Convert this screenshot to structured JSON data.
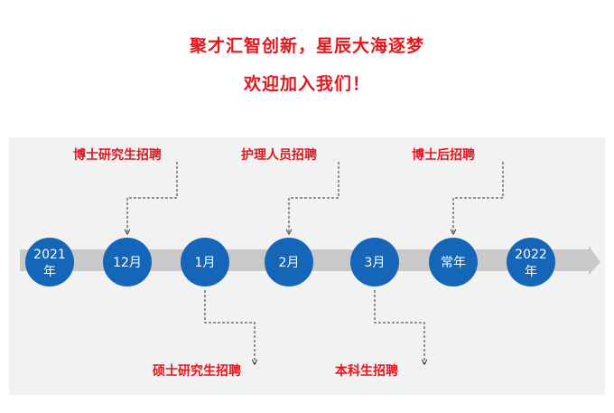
{
  "headline": {
    "line1": "聚才汇智创新，星辰大海逐梦",
    "line2": "欢迎加入我们！"
  },
  "colors": {
    "headline": "#e8141c",
    "node_fill": "#1565b8",
    "arrow": "#c9c9c9",
    "panel": "#f2f2f2",
    "connector": "#333333"
  },
  "timeline": {
    "nodes": [
      {
        "id": "n2021",
        "line1": "2021",
        "line2": "年"
      },
      {
        "id": "n12",
        "line1": "12月",
        "line2": ""
      },
      {
        "id": "n1",
        "line1": "1月",
        "line2": ""
      },
      {
        "id": "n2",
        "line1": "2月",
        "line2": ""
      },
      {
        "id": "n3",
        "line1": "3月",
        "line2": ""
      },
      {
        "id": "nchang",
        "line1": "常年",
        "line2": ""
      },
      {
        "id": "n2022",
        "line1": "2022",
        "line2": "年"
      }
    ],
    "recruitments": [
      {
        "node": 1,
        "side": "above",
        "label": "博士研究生招聘"
      },
      {
        "node": 2,
        "side": "below",
        "label": "硕士研究生招聘"
      },
      {
        "node": 3,
        "side": "above",
        "label": "护理人员招聘"
      },
      {
        "node": 4,
        "side": "below",
        "label": "本科生招聘"
      },
      {
        "node": 5,
        "side": "above",
        "label": "博士后招聘"
      }
    ]
  }
}
